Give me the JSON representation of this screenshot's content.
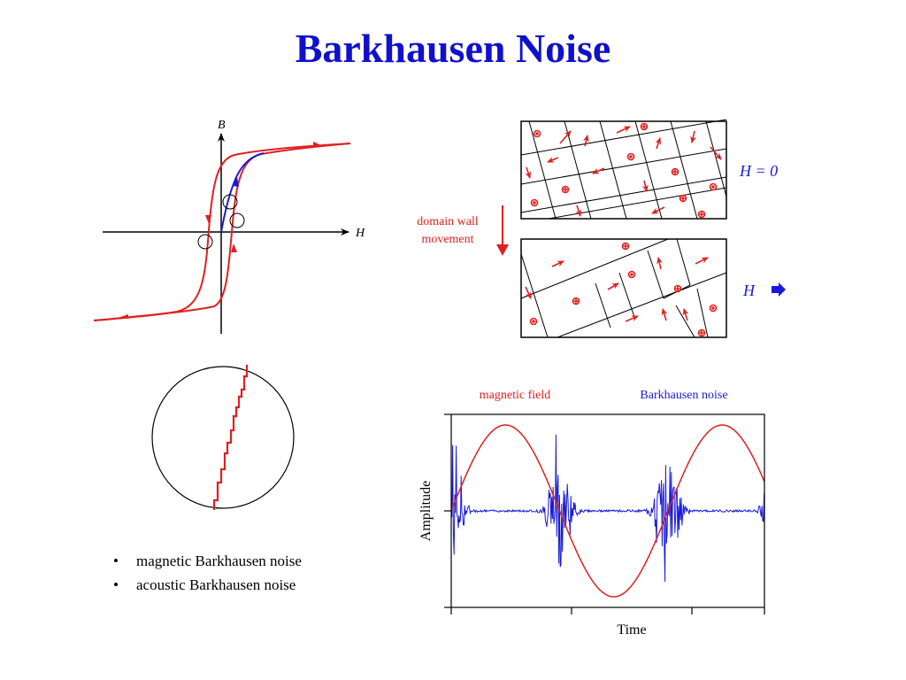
{
  "title": "Barkhausen Noise",
  "hysteresis": {
    "axis_b": "B",
    "axis_h": "H"
  },
  "domains": {
    "state1_label": "H = 0",
    "state2_label": "H",
    "arrow_label_line1": "domain wall",
    "arrow_label_line2": "movement"
  },
  "signal_plot": {
    "legend_field": "magnetic field",
    "legend_noise": "Barkhausen noise",
    "ylabel": "Amplitude",
    "xlabel": "Time",
    "field_color": "#e02020",
    "noise_color": "#1a1adc"
  },
  "bullets": [
    "magnetic Barkhausen noise",
    "acoustic Barkhausen noise"
  ],
  "colors": {
    "title": "#1010cc",
    "accent_red": "#e02020",
    "accent_blue": "#1a1adc"
  }
}
